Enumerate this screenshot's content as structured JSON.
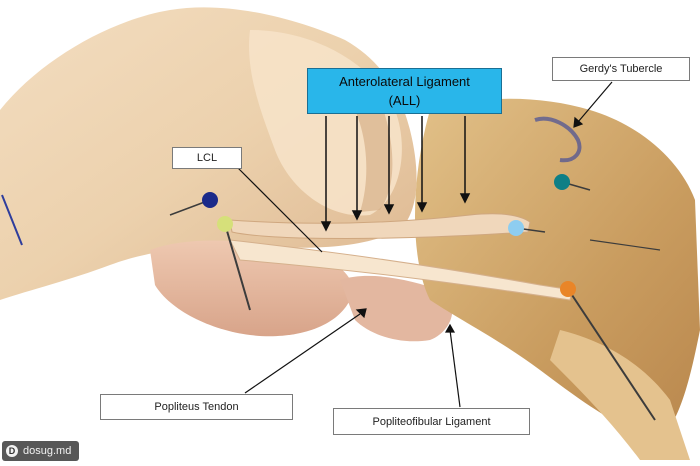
{
  "labels": {
    "all_line1": "Anterolateral Ligament",
    "all_line2": "(ALL)",
    "lcl": "LCL",
    "gerdys_tubercle": "Gerdy's Tubercle",
    "popliteus_tendon": "Popliteus Tendon",
    "popliteofibular_ligament": "Popliteofibular Ligament"
  },
  "watermark": {
    "text": "dosug.md",
    "logo_letter": "D"
  },
  "colors": {
    "all_box": "#29b6ea",
    "pin_navy": "#1b2a8a",
    "pin_yellow": "#d6e07a",
    "pin_teal": "#0e7f86",
    "pin_lightblue": "#8ecdf0",
    "pin_orange": "#e98528"
  }
}
